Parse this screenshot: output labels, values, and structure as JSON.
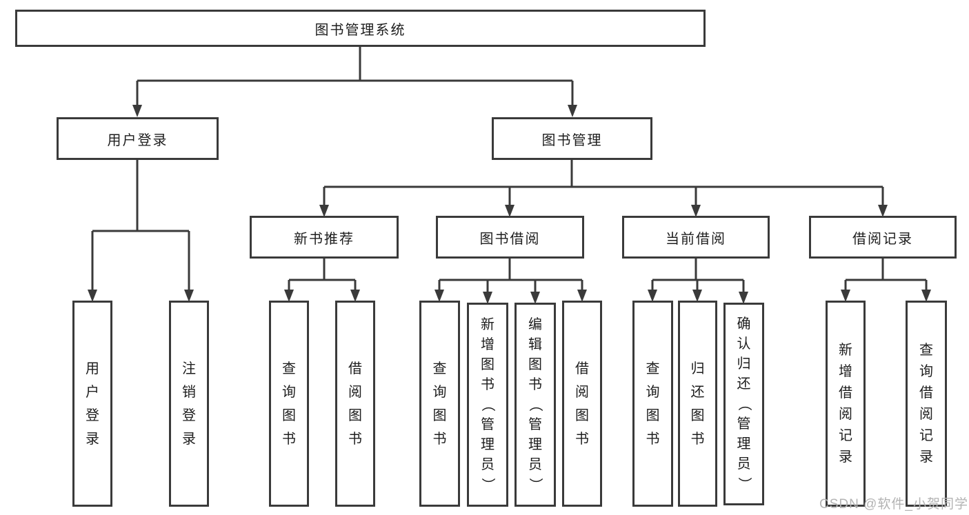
{
  "diagram": {
    "root": {
      "label": "图书管理系统"
    },
    "level2": [
      {
        "label": "用户登录"
      },
      {
        "label": "图书管理"
      }
    ],
    "level3": [
      {
        "label": "新书推荐"
      },
      {
        "label": "图书借阅"
      },
      {
        "label": "当前借阅"
      },
      {
        "label": "借阅记录"
      }
    ],
    "leaves": [
      {
        "label": "用户登录",
        "parent": "用户登录"
      },
      {
        "label": "注销登录",
        "parent": "用户登录"
      },
      {
        "label": "查询图书",
        "parent": "新书推荐"
      },
      {
        "label": "借阅图书",
        "parent": "新书推荐"
      },
      {
        "label": "查询图书",
        "parent": "图书借阅"
      },
      {
        "label": "新增图书（管理员）",
        "parent": "图书借阅"
      },
      {
        "label": "编辑图书（管理员）",
        "parent": "图书借阅"
      },
      {
        "label": "借阅图书",
        "parent": "图书借阅"
      },
      {
        "label": "查询图书",
        "parent": "当前借阅"
      },
      {
        "label": "归还图书",
        "parent": "当前借阅"
      },
      {
        "label": "确认归还（管理员）",
        "parent": "当前借阅"
      },
      {
        "label": "新增借阅记录",
        "parent": "借阅记录"
      },
      {
        "label": "查询借阅记录",
        "parent": "借阅记录"
      }
    ],
    "line_color": "#3a3a3a",
    "text_color": "#1d1d1d",
    "watermark_color": "#b3b3b3"
  },
  "watermark": "CSDN @软件_小贺同学"
}
